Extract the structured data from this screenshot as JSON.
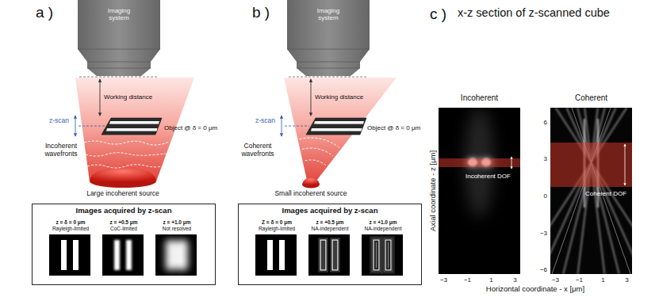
{
  "diagram": {
    "nodes": [
      {
        "text": [
          "Imaging system"
        ]
      },
      {
        "text": [
          "Images acquired by z-scan"
        ]
      },
      {
        "text": [
          "z = δ = 0 μm",
          "Rayleigh-limited"
        ],
        "in": 1
      },
      {
        "text": [
          "z = +0.5 μm",
          "CoC-limited"
        ],
        "in": 1
      },
      {
        "text": [
          "z = +1.0 μm",
          "Not resolved"
        ],
        "in": 1
      },
      {
        "text": [
          "Imaging system"
        ]
      },
      {
        "text": [
          "Images acquired by z-scan"
        ]
      },
      {
        "text": [
          "Z = δ = 0 μm",
          "Rayleigh-limited"
        ],
        "in": 6
      },
      {
        "text": [
          "z = +0.5 μm",
          "NA-independent"
        ],
        "in": 6
      },
      {
        "text": [
          "z = +1.0 μm",
          "NA-independent"
        ],
        "in": 6
      },
      {
        "text": [
          "Incoherent",
          "Incoherent DOF"
        ]
      },
      {
        "text": [
          "Coherent",
          "Coherent DOF"
        ]
      }
    ],
    "labels": [
      "a )",
      "Working distance",
      "z-scan",
      "Object @ δ = 0 μm",
      "Incoherent wavefronts",
      "Large incoherent source",
      "b )",
      "Working distance",
      "z-scan",
      "Object @ δ = 0 μm",
      "Coherent wavefronts",
      "Small incoherent source",
      "c )",
      "x-z section of z-scanned cube",
      "Axial coordinate - z [μm]",
      "6",
      "3",
      "0",
      "−3",
      "−6",
      "−3",
      "−1",
      "1",
      "3",
      "−3",
      "−1",
      "1",
      "3",
      "Horizontal coordinate - x [μm]"
    ]
  }
}
